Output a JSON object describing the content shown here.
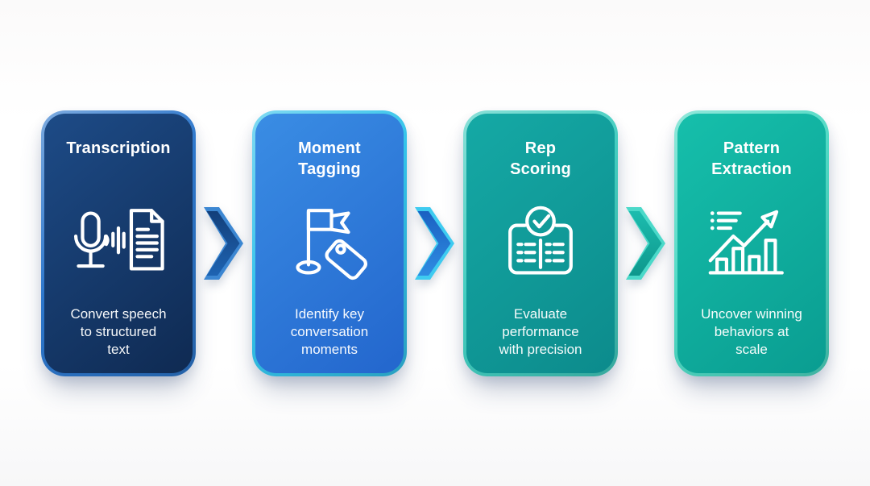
{
  "diagram": {
    "type": "process-flow",
    "steps": [
      {
        "title": "Transcription",
        "description": "Convert speech\nto structured\ntext",
        "icon": "microphone-document-icon",
        "colors": {
          "rim": "#2d77cc",
          "body_start": "#1d4b87",
          "body_end": "#0f2a52"
        }
      },
      {
        "title": "Moment\nTagging",
        "description": "Identify key\nconversation\nmoments",
        "icon": "flag-tag-icon",
        "colors": {
          "rim": "#33c3ea",
          "body_start": "#3a8de4",
          "body_end": "#2366cd"
        }
      },
      {
        "title": "Rep\nScoring",
        "description": "Evaluate\nperformance\nwith precision",
        "icon": "scorecard-check-icon",
        "colors": {
          "rim": "#43cdc0",
          "body_start": "#15a9a5",
          "body_end": "#0c8b8c"
        }
      },
      {
        "title": "Pattern\nExtraction",
        "description": "Uncover winning\nbehaviors at\nscale",
        "icon": "trend-chart-icon",
        "colors": {
          "rim": "#4fd9c4",
          "body_start": "#16bfab",
          "body_end": "#0a9d91"
        }
      }
    ],
    "arrows": [
      {
        "name": "arrow-1",
        "outer": "#3c87d2",
        "inner_top": "#133f7a",
        "inner_bottom": "#1e64b2"
      },
      {
        "name": "arrow-2",
        "outer": "#3ecbf0",
        "inner_top": "#1b61c2",
        "inner_bottom": "#2f8ce2"
      },
      {
        "name": "arrow-3",
        "outer": "#4bd9c9",
        "inner_top": "#1cbcae",
        "inner_bottom": "#0e978c"
      }
    ]
  }
}
